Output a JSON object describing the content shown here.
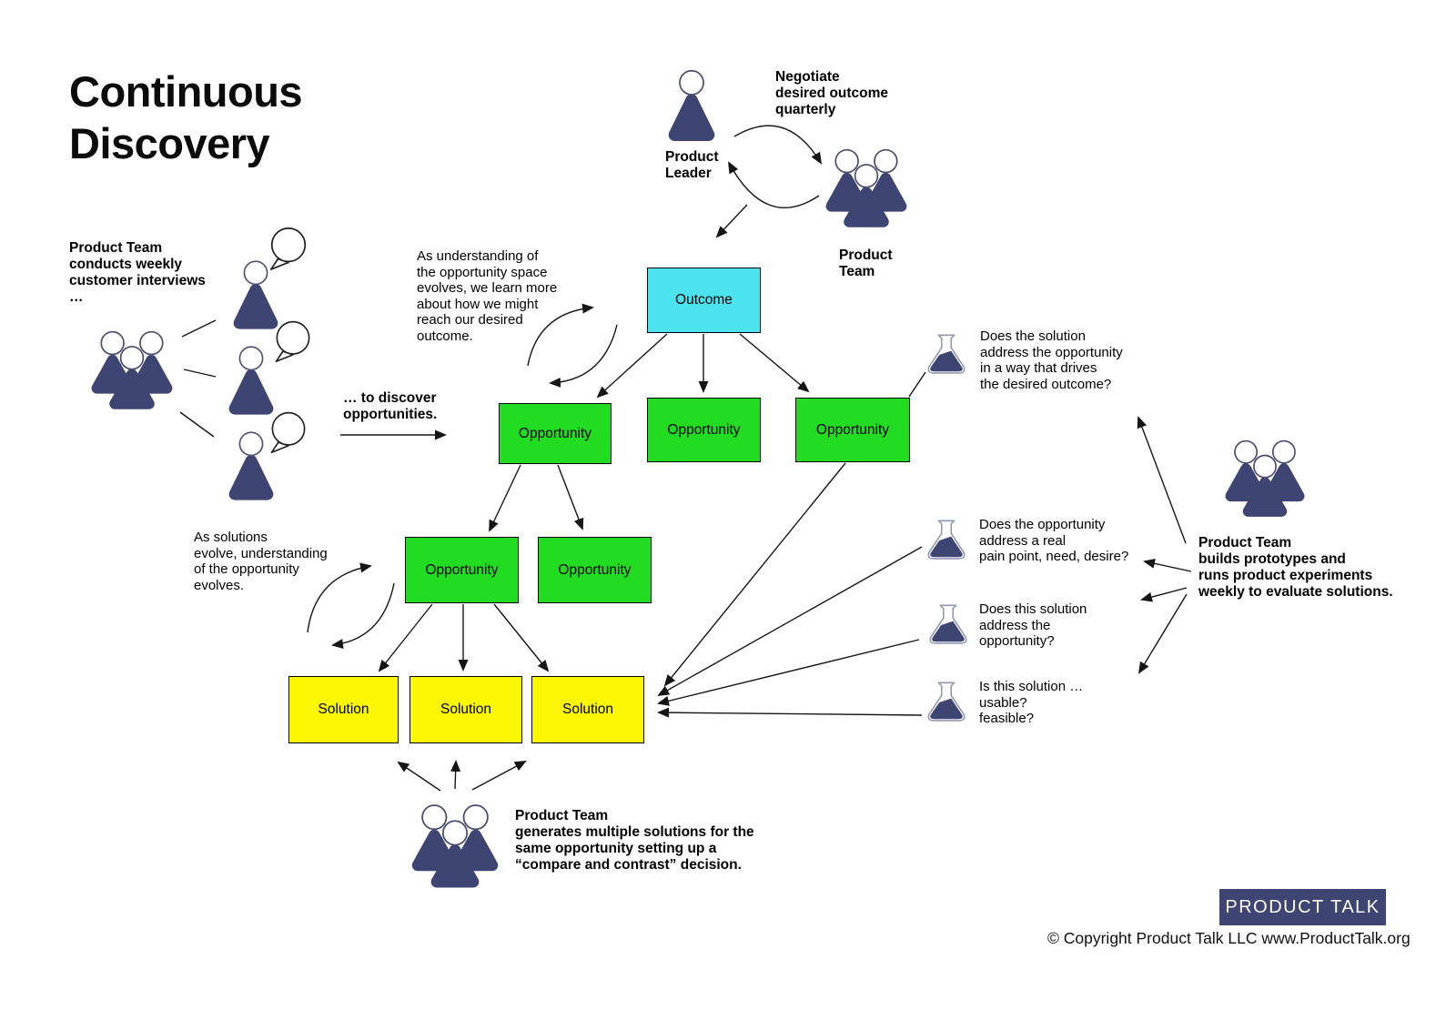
{
  "title": "Continuous\nDiscovery",
  "colors": {
    "navy": "#3E4573",
    "outcome_cyan": "#4BE3EE",
    "opportunity_green": "#22DC22",
    "solution_yellow": "#FBF602",
    "connector_black": "#151515",
    "badge_navy": "#3E4573"
  },
  "nodes": {
    "outcome": "Outcome",
    "opportunities": [
      "Opportunity",
      "Opportunity",
      "Opportunity",
      "Opportunity",
      "Opportunity"
    ],
    "solutions": [
      "Solution",
      "Solution",
      "Solution"
    ]
  },
  "actors": {
    "product_leader": "Product\nLeader",
    "product_team_top": "Product\nTeam"
  },
  "annotations": {
    "negotiate": "Negotiate\ndesired outcome\nquarterly",
    "interviews": "Product Team\nconducts weekly\ncustomer interviews\n…",
    "discover": "… to discover\nopportunities.",
    "understanding": "As understanding of\nthe opportunity space\nevolves, we learn more\nabout how we might\nreach our desired\noutcome.",
    "evolve": "As solutions\nevolve, understanding\nof the opportunity\nevolves.",
    "generates": "Product Team\ngenerates multiple solutions for the\nsame opportunity setting up a\n“compare and contrast” decision.",
    "builds": "Product Team\nbuilds prototypes and\nruns product experiments\nweekly to evaluate solutions."
  },
  "questions": [
    "Does the solution\naddress the opportunity\nin a way that drives\nthe desired outcome?",
    "Does the opportunity\naddress a real\npain point, need, desire?",
    "Does this solution\naddress the\nopportunity?",
    "Is this solution …\nusable?\nfeasible?"
  ],
  "footer": {
    "badge": "PRODUCT TALK",
    "copyright": "© Copyright Product Talk LLC www.ProductTalk.org"
  },
  "icons": [
    "person-icon",
    "team-icon",
    "flask-icon",
    "speech-bubble-icon"
  ]
}
